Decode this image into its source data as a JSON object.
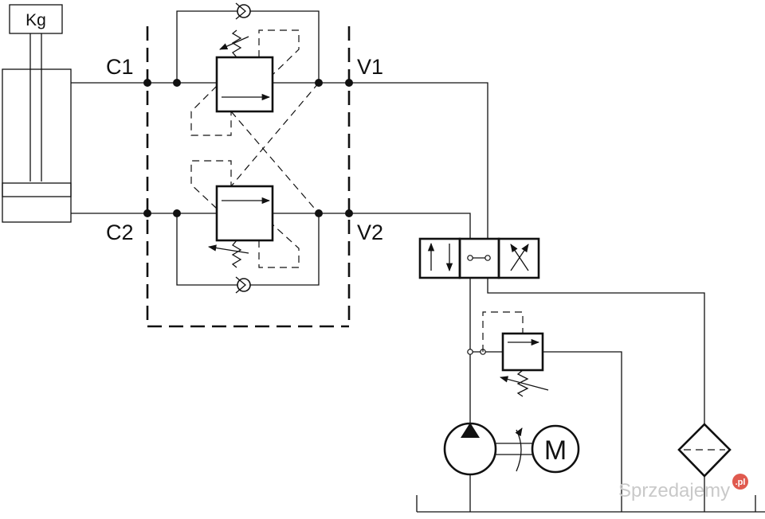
{
  "labels": {
    "load": "Kg",
    "c1": "C1",
    "c2": "C2",
    "v1": "V1",
    "v2": "V2",
    "motor": "M"
  },
  "watermark": {
    "text": "Sprzedajemy",
    "badge": ".pl",
    "badge_color": "#e05a4f"
  },
  "colors": {
    "line": "#111111",
    "background": "#ffffff"
  }
}
